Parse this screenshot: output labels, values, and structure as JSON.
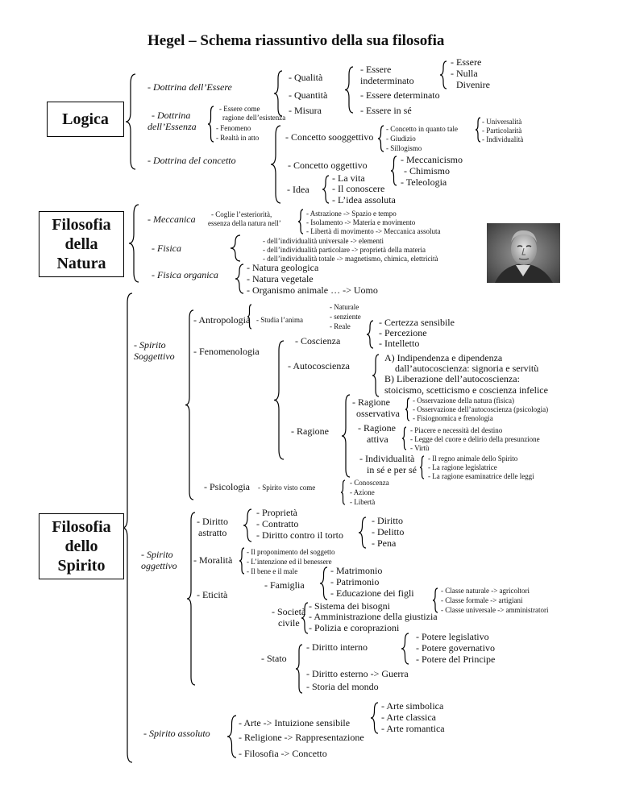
{
  "title": "Hegel – Schema riassuntivo della sua filosofia",
  "logica": {
    "label": "Logica",
    "essere": {
      "label": "- Dottrina dell’Essere",
      "qualita": "- Qualità",
      "quantita": "- Quantità",
      "misura": "- Misura",
      "indeterminato_1": "- Essere",
      "indeterminato_2": "indeterminato",
      "determinato": "- Essere determinato",
      "in_se": "- Essere in sé",
      "essere_leaf": "- Essere",
      "nulla": "- Nulla",
      "divenire": "Divenire"
    },
    "essenza": {
      "label_1": "- Dottrina",
      "label_2": "dell’Essenza",
      "item1_a": "- Essere come",
      "item1_b": "ragione dell’esistenza",
      "item2": "- Fenomeno",
      "item3": "- Realtà in atto"
    },
    "concetto": {
      "label": "- Dottrina del concetto",
      "soggettivo": "- Concetto sooggettivo",
      "conc_tale": "- Concetto in quanto tale",
      "giudizio": "- Giudizio",
      "sillogismo": "- Sillogismo",
      "universalita": "- Universalità",
      "particolarita": "- Particolarità",
      "individualita": "- Individualità",
      "oggettivo": "- Concetto oggettivo",
      "meccanicismo": "- Meccanicismo",
      "chimismo": "- Chimismo",
      "teleologia": "- Teleologia",
      "idea": "- Idea",
      "vita": "- La vita",
      "conoscere": "- Il conoscere",
      "idea_assoluta": "- L’idea assoluta"
    }
  },
  "natura": {
    "label": "Filosofia\ndella\nNatura",
    "meccanica": "- Meccanica",
    "mecc_desc_1": "- Coglie l’esteriorità,",
    "mecc_desc_2": "essenza della natura nell’",
    "mecc_1": "- Astrazione -> Spazio e tempo",
    "mecc_2": "- Isolamento -> Materia e movimento",
    "mecc_3": "- Libertà di movimento -> Meccanica assoluta",
    "fisica": "- Fisica",
    "fis_1": "- dell’individualità universale -> elementi",
    "fis_2": "- dell’individualità particolare -> proprietà della materia",
    "fis_3": "- dell’individualità totale -> magnetismo, chimica, elettricità",
    "organica": "- Fisica organica",
    "org_1": "- Natura geologica",
    "org_2": "- Natura vegetale",
    "org_3": "- Organismo animale … -> Uomo"
  },
  "spirito": {
    "label": "Filosofia\ndello\nSpirito",
    "soggettivo": {
      "label_1": "- Spirito",
      "label_2": "Soggettivo",
      "antropologia": "- Antropologia",
      "antro_desc": "- Studia l’anima",
      "naturale": "- Naturale",
      "senziente": "- senziente",
      "reale": "- Reale",
      "fenomenologia": "- Fenomenologia",
      "coscienza": "- Coscienza",
      "certezza": "- Certezza sensibile",
      "percezione": "- Percezione",
      "intelletto": "- Intelletto",
      "autocoscienza": "- Autocoscienza",
      "auto_a1": "A) Indipendenza e dipendenza",
      "auto_a2": "dall’autocoscienza: signoria e servitù",
      "auto_b1": "B) Liberazione dell’autocoscienza:",
      "auto_b2": "stoicismo, scetticismo e coscienza infelice",
      "ragione": "- Ragione",
      "oss_1": "- Ragione",
      "oss_2": "osservativa",
      "oss_a": "- Osservazione della natura (fisica)",
      "oss_b": "- Osservazione dell’autocoscienza (psicologia)",
      "oss_c": "- Fisiognomica e frenologia",
      "att_1": "- Ragione",
      "att_2": "attiva",
      "att_a": "- Piacere e necessità del destino",
      "att_b": "- Legge del cuore e delirio della presunzione",
      "att_c": "- Virtù",
      "ind_1": "- Individualità",
      "ind_2": "in sé e per sé",
      "ind_a": "- Il regno animale dello Spirito",
      "ind_b": "- La ragione legislatrice",
      "ind_c": "- La ragione esaminatrice delle leggi",
      "psicologia": "- Psicologia",
      "psi_desc": "- Spirito visto come",
      "conoscenza": "- Conoscenza",
      "azione": "- Azione",
      "liberta": "- Libertà"
    },
    "oggettivo": {
      "label_1": "- Spirito",
      "label_2": "oggettivo",
      "diritto_1": "- Diritto",
      "diritto_2": "astratto",
      "proprieta": "- Proprietà",
      "contratto": "- Contratto",
      "torto": "- Diritto contro il torto",
      "d_diritto": "- Diritto",
      "d_delitto": "- Delitto",
      "d_pena": "- Pena",
      "moralita": "- Moralità",
      "mor_1": "- Il proponimento del soggetto",
      "mor_2": "- L’intenzione ed il benessere",
      "mor_3": "- Il bene e il male",
      "eticita": "- Eticità",
      "famiglia": "- Famiglia",
      "matrimonio": "- Matrimonio",
      "patrimonio": "- Patrimonio",
      "educazione": "- Educazione dei figli",
      "classe_1": "- Classe naturale -> agricoltori",
      "classe_2": "- Classe formale -> artigiani",
      "classe_3": "- Classe universale -> amministratori",
      "societa_1": "- Società",
      "societa_2": "civile",
      "bisogni": "- Sistema dei bisogni",
      "giustizia": "- Amministrazione della giustizia",
      "polizia": "- Polizia e coroprazioni",
      "stato": "- Stato",
      "interno": "- Diritto interno",
      "legislativo": "- Potere legislativo",
      "governativo": "- Potere governativo",
      "principe": "- Potere del Principe",
      "esterno": "- Diritto esterno   -> Guerra",
      "storia": "- Storia del mondo"
    },
    "assoluto": {
      "label": "- Spirito assoluto",
      "arte": "- Arte  -> Intuizione sensibile",
      "simbolica": "- Arte simbolica",
      "classica": "- Arte classica",
      "romantica": "- Arte romantica",
      "religione": "- Religione  -> Rappresentazione",
      "filosofia": "- Filosofia  -> Concetto"
    }
  }
}
